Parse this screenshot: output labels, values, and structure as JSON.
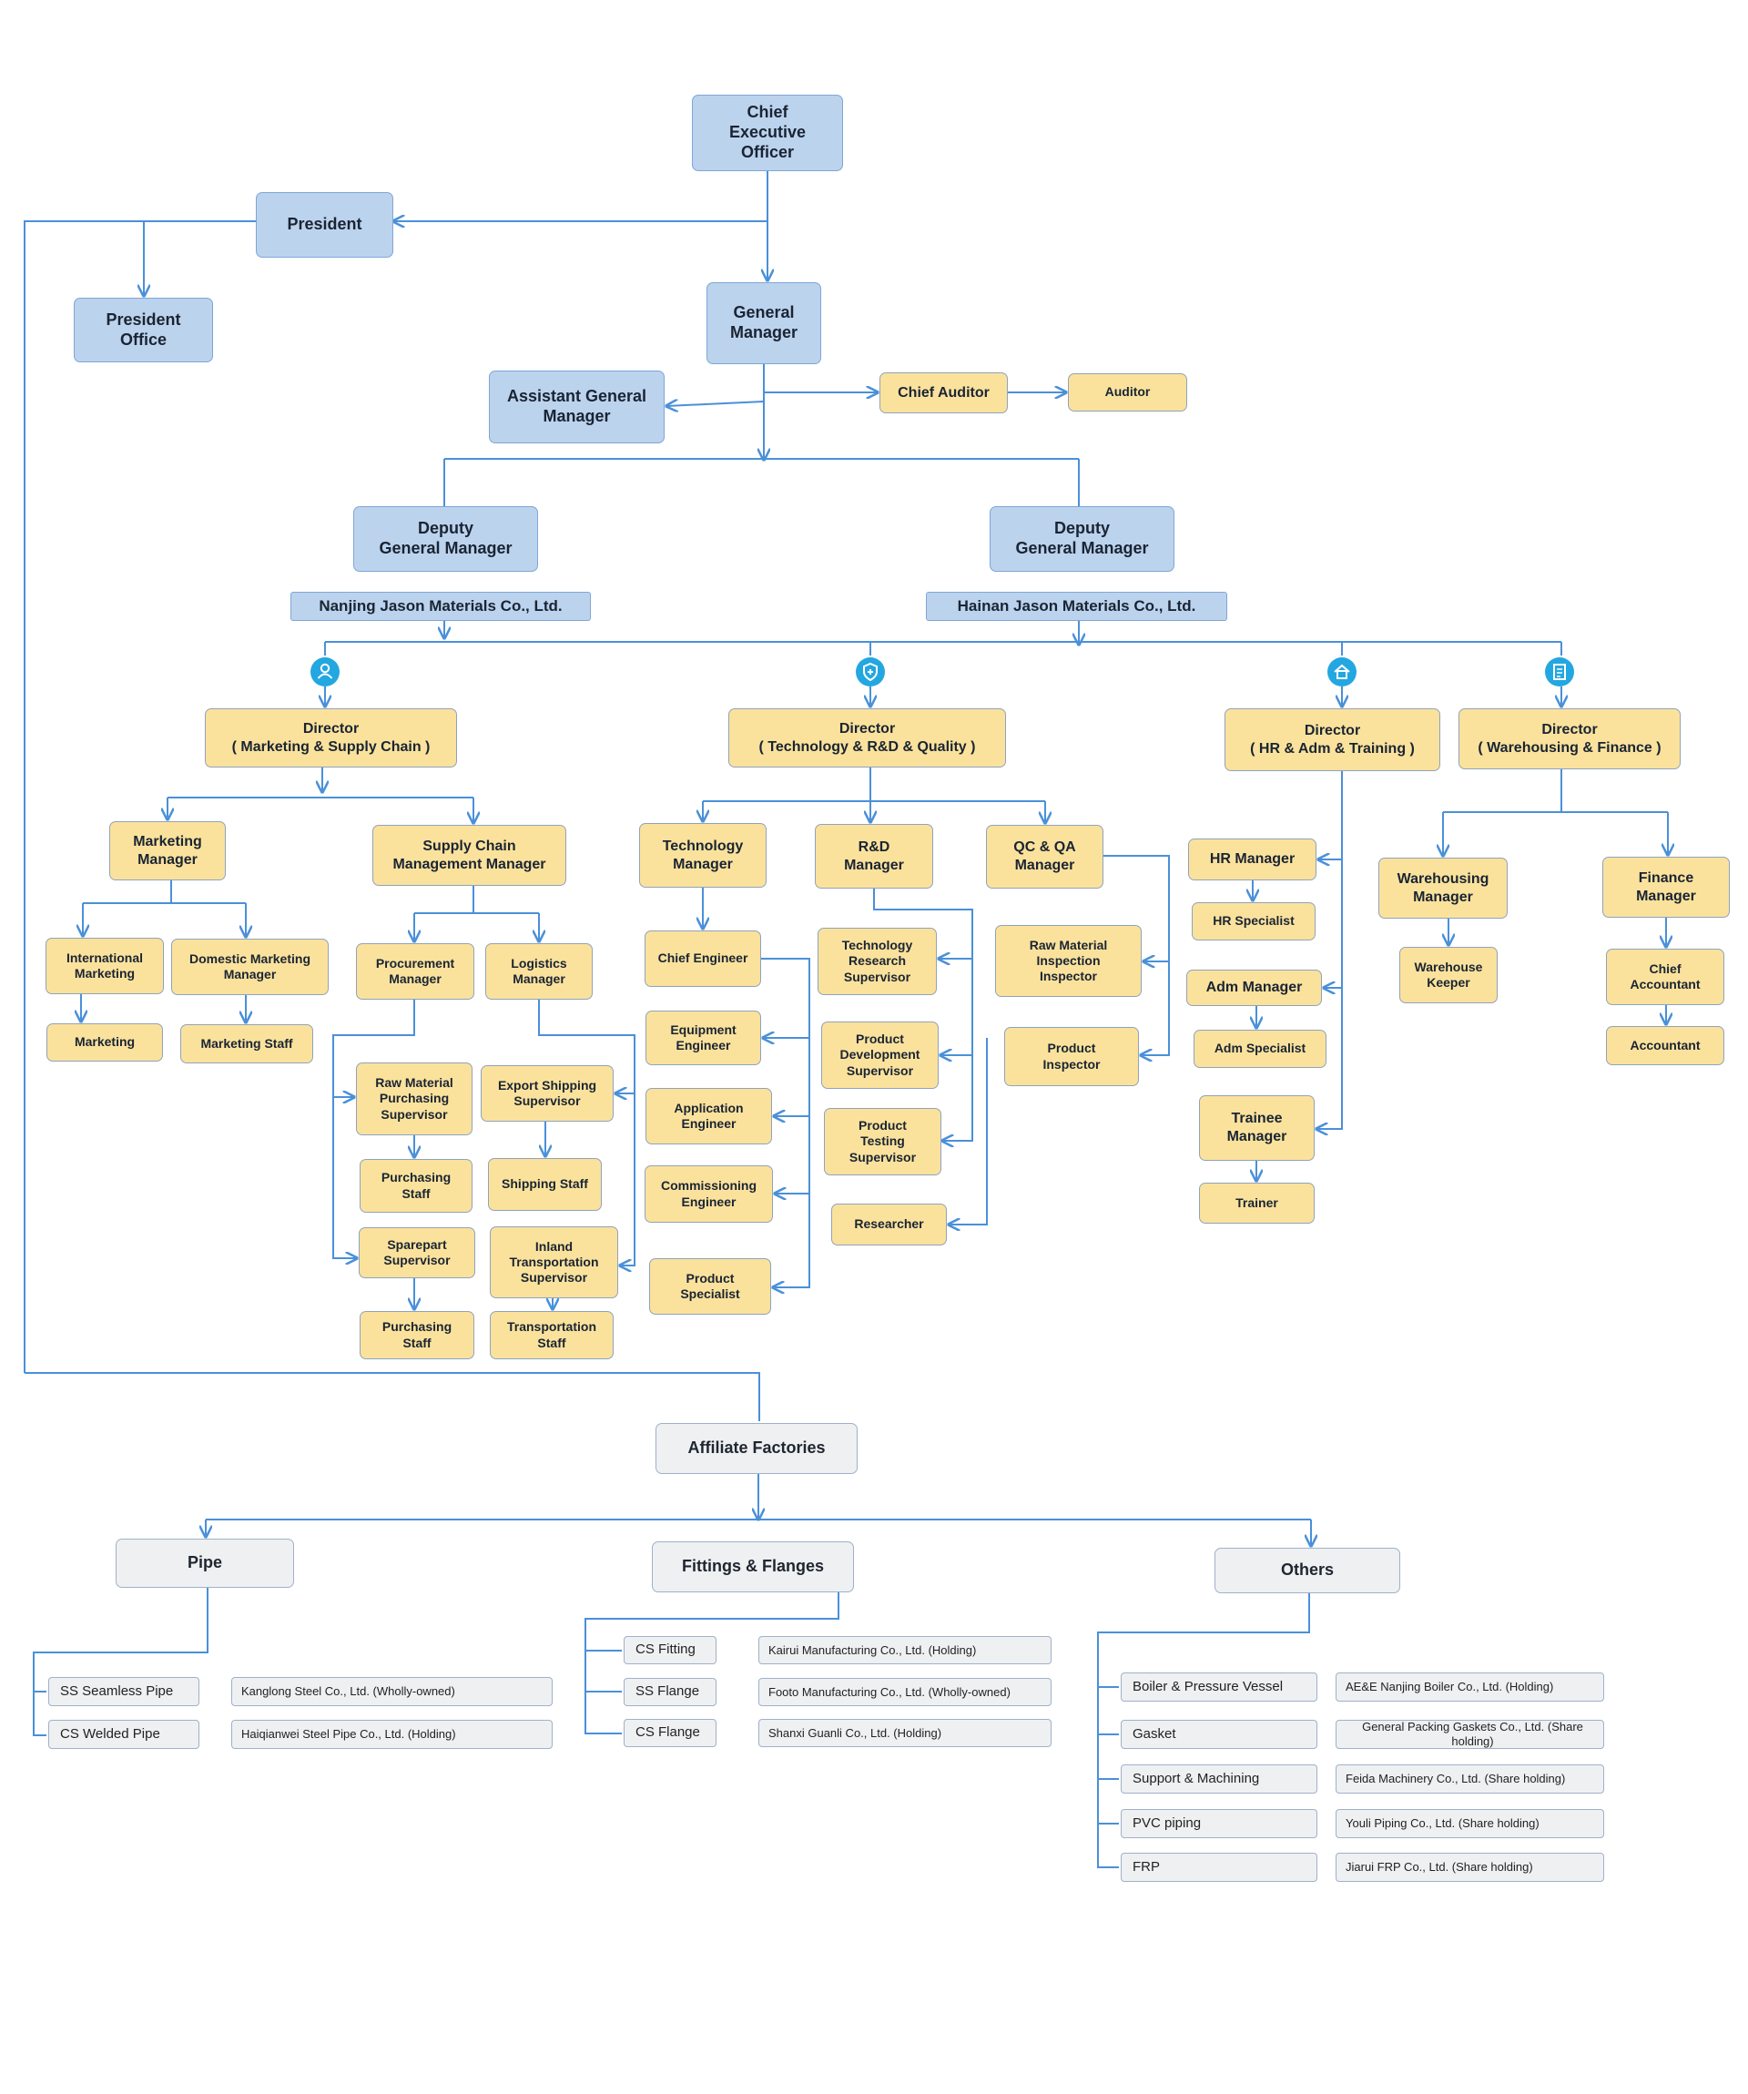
{
  "nodes": {
    "ceo": "Chief\nExecutive\nOfficer",
    "president": "President",
    "president_office": "President\nOffice",
    "general_manager": "General\nManager",
    "assistant_gm": "Assistant General\nManager",
    "chief_auditor": "Chief Auditor",
    "auditor": "Auditor",
    "deputy_gm_1": "Deputy\nGeneral Manager",
    "deputy_gm_2": "Deputy\nGeneral Manager",
    "nanjing": "Nanjing Jason Materials Co., Ltd.",
    "hainan": "Hainan Jason Materials Co., Ltd.",
    "dir_marketing": "Director\n( Marketing & Supply Chain )",
    "dir_tech": "Director\n( Technology  &  R&D  & Quality )",
    "dir_hr": "Director\n( HR & Adm & Training )",
    "dir_wh": "Director\n(  Warehousing & Finance )",
    "marketing_manager": "Marketing\nManager",
    "scm_manager": "Supply Chain\nManagement Manager",
    "intl_marketing": "International\nMarketing",
    "domestic_marketing": "Domestic Marketing\nManager",
    "marketing": "Marketing",
    "marketing_staff": "Marketing Staff",
    "procurement_manager": "Procurement\nManager",
    "logistics_manager": "Logistics\nManager",
    "raw_purchasing_sup": "Raw Material\nPurchasing\nSupervisor",
    "purchasing_staff_1": "Purchasing\nStaff",
    "sparepart_sup": "Sparepart\nSupervisor",
    "purchasing_staff_2": "Purchasing\nStaff",
    "export_shipping_sup": "Export Shipping\nSupervisor",
    "shipping_staff": "Shipping Staff",
    "inland_sup": "Inland\nTransportation\nSupervisor",
    "transportation_staff": "Transportation\nStaff",
    "tech_manager": "Technology\nManager",
    "rd_manager": "R&D\nManager",
    "qc_manager": "QC & QA\nManager",
    "chief_engineer": "Chief Engineer",
    "equipment_engineer": "Equipment\nEngineer",
    "application_engineer": "Application\nEngineer",
    "commissioning_engineer": "Commissioning\nEngineer",
    "product_specialist": "Product\nSpecialist",
    "tech_research_sup": "Technology\nResearch\nSupervisor",
    "product_dev_sup": "Product\nDevelopment\nSupervisor",
    "product_testing_sup": "Product\nTesting\nSupervisor",
    "researcher": "Researcher",
    "raw_inspection": "Raw Material\nInspection\nInspector",
    "product_inspector": "Product\nInspector",
    "hr_manager": "HR Manager",
    "hr_specialist": "HR Specialist",
    "adm_manager": "Adm Manager",
    "adm_specialist": "Adm Specialist",
    "trainee_manager": "Trainee\nManager",
    "trainer": "Trainer",
    "warehousing_manager": "Warehousing\nManager",
    "warehouse_keeper": "Warehouse\nKeeper",
    "finance_manager": "Finance\nManager",
    "chief_accountant": "Chief\nAccountant",
    "accountant": "Accountant",
    "affiliate": "Affiliate Factories",
    "pipe": "Pipe",
    "fittings": "Fittings & Flanges",
    "others": "Others"
  },
  "pipe_rows": [
    {
      "product": "SS Seamless Pipe",
      "company": "Kanglong Steel Co., Ltd.  (Wholly-owned)"
    },
    {
      "product": "CS Welded Pipe",
      "company": "Haiqianwei Steel Pipe Co., Ltd. (Holding)"
    }
  ],
  "fitting_rows": [
    {
      "product": "CS Fitting",
      "company": "Kairui Manufacturing Co., Ltd. (Holding)"
    },
    {
      "product": "SS Flange",
      "company": "Footo Manufacturing Co., Ltd.  (Wholly-owned)"
    },
    {
      "product": "CS Flange",
      "company": "Shanxi Guanli Co., Ltd. (Holding)"
    }
  ],
  "other_rows": [
    {
      "product": "Boiler & Pressure Vessel",
      "company": "AE&E Nanjing Boiler Co., Ltd. (Holding)"
    },
    {
      "product": "Gasket",
      "company": "General Packing Gaskets Co., Ltd. (Share holding)"
    },
    {
      "product": "Support & Machining",
      "company": "Feida Machinery Co., Ltd. (Share holding)"
    },
    {
      "product": "PVC piping",
      "company": "Youli Piping Co., Ltd. (Share holding)"
    },
    {
      "product": "FRP",
      "company": "Jiarui FRP Co., Ltd. (Share holding)"
    }
  ],
  "icons": [
    "person-icon",
    "shield-icon",
    "home-icon",
    "document-icon"
  ],
  "colors": {
    "blue_box": "#bcd3ee",
    "yellow_box": "#fbe29c",
    "gray_box": "#eff0f2",
    "connector": "#4a90d9",
    "badge": "#23a7e0"
  }
}
